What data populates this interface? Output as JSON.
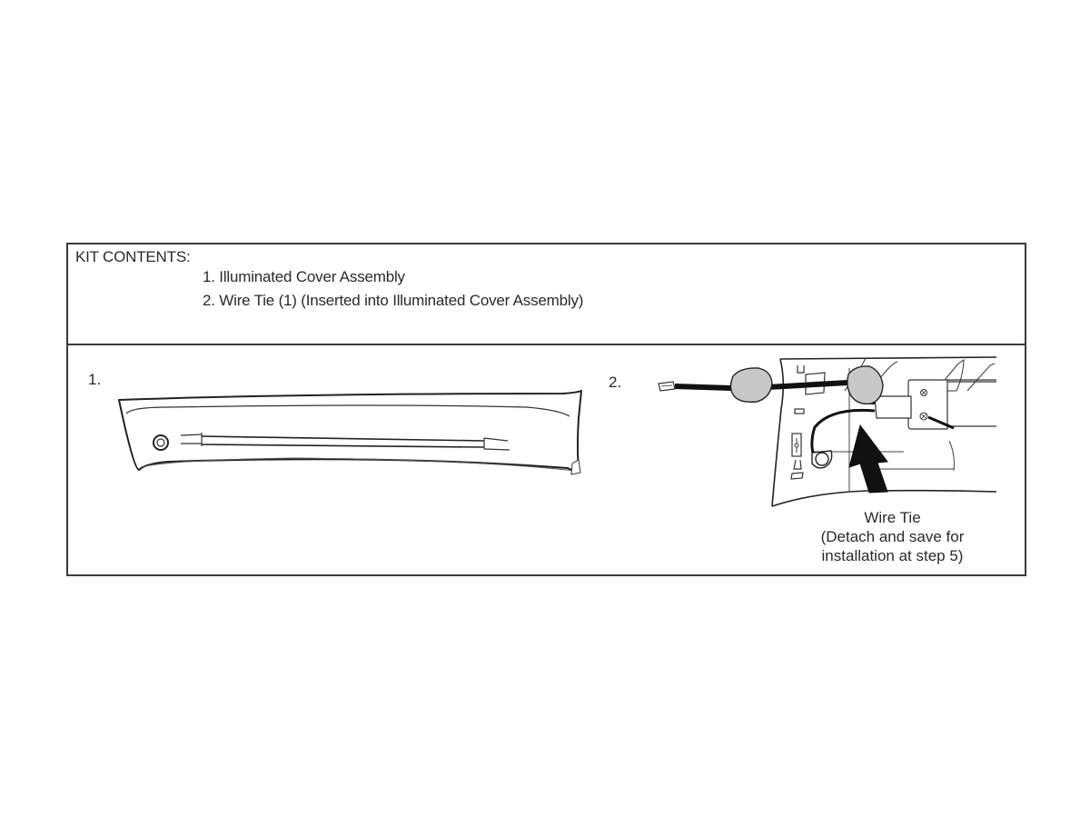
{
  "kit_contents": {
    "title": "KIT CONTENTS:",
    "items": [
      "1. Illuminated Cover Assembly",
      "2. Wire Tie (1) (Inserted into Illuminated Cover Assembly)"
    ]
  },
  "figures": [
    {
      "label": "1.",
      "depicts": "illuminated-cover-assembly",
      "icon": "cover-assembly-illustration"
    },
    {
      "label": "2.",
      "depicts": "wire-harness-with-wire-tie",
      "icon": "wire-tie-installation-illustration",
      "callout": {
        "title": "Wire Tie",
        "line1": "(Detach and save for",
        "line2": "installation at step 5)"
      }
    }
  ],
  "colors": {
    "border": "#3a3a3a",
    "text": "#2a2a2a",
    "grommet_fill": "#c8c8c8",
    "wire": "#111111"
  }
}
